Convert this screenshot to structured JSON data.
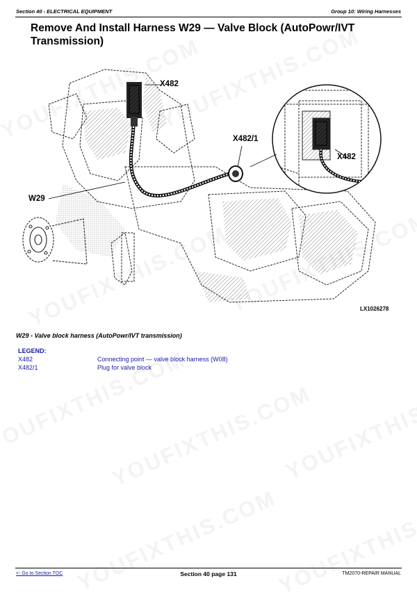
{
  "header": {
    "section": "Section 40 - ELECTRICAL EQUIPMENT",
    "group": "Group 10: Wiring Harnesses"
  },
  "title": "Remove And Install Harness W29 — Valve Block (AutoPowr/IVT Transmission)",
  "figure": {
    "labels": {
      "x482": "X482",
      "x482_1": "X482/1",
      "w29": "W29",
      "x482_detail": "X482"
    },
    "figure_id": "LX1026278"
  },
  "caption": "W29 - Valve block harness (AutoPowr/IVT transmission)",
  "legend": {
    "title": "LEGEND:",
    "items": [
      {
        "code": "X482",
        "desc": "Connecting point — valve block harness (W08)"
      },
      {
        "code": "X482/1",
        "desc": "Plug for valve block"
      }
    ]
  },
  "watermark": "YOUFIXTHIS.COM",
  "footer": {
    "toc_link": "<- Go to Section TOC",
    "page": "Section 40 page 131",
    "manual": "TM2070-REPAIR MANUAL"
  }
}
